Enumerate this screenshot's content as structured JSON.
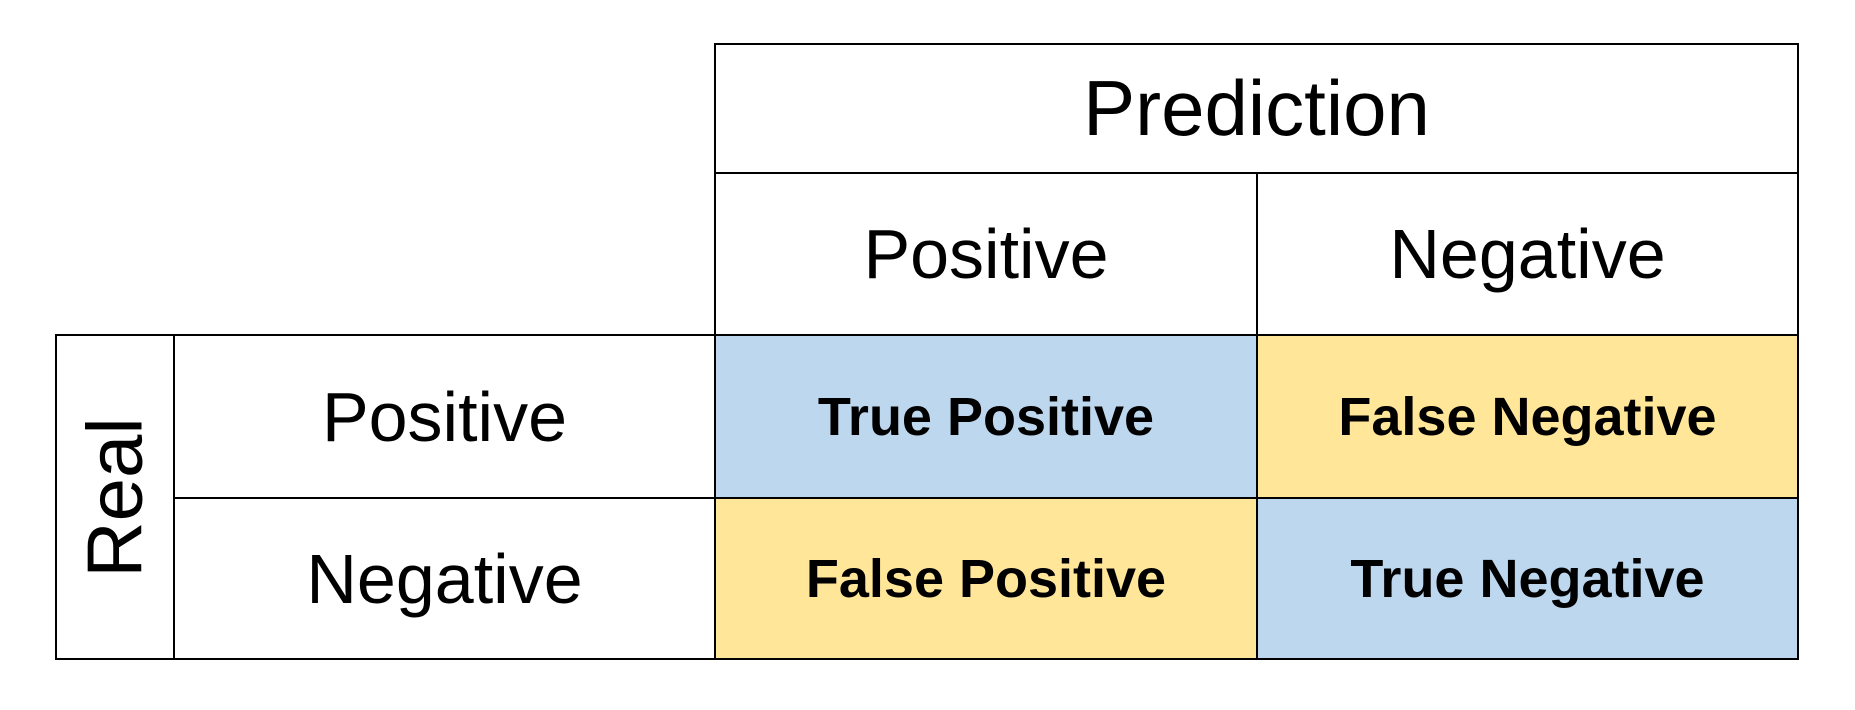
{
  "header": {
    "prediction": "Prediction",
    "real": "Real"
  },
  "columns": [
    "Positive",
    "Negative"
  ],
  "rows": [
    "Positive",
    "Negative"
  ],
  "cells": [
    [
      {
        "label": "True Positive",
        "color": "#bdd7ee"
      },
      {
        "label": "False Negative",
        "color": "#ffe699"
      }
    ],
    [
      {
        "label": "False Positive",
        "color": "#ffe699"
      },
      {
        "label": "True Negative",
        "color": "#bdd7ee"
      }
    ]
  ]
}
